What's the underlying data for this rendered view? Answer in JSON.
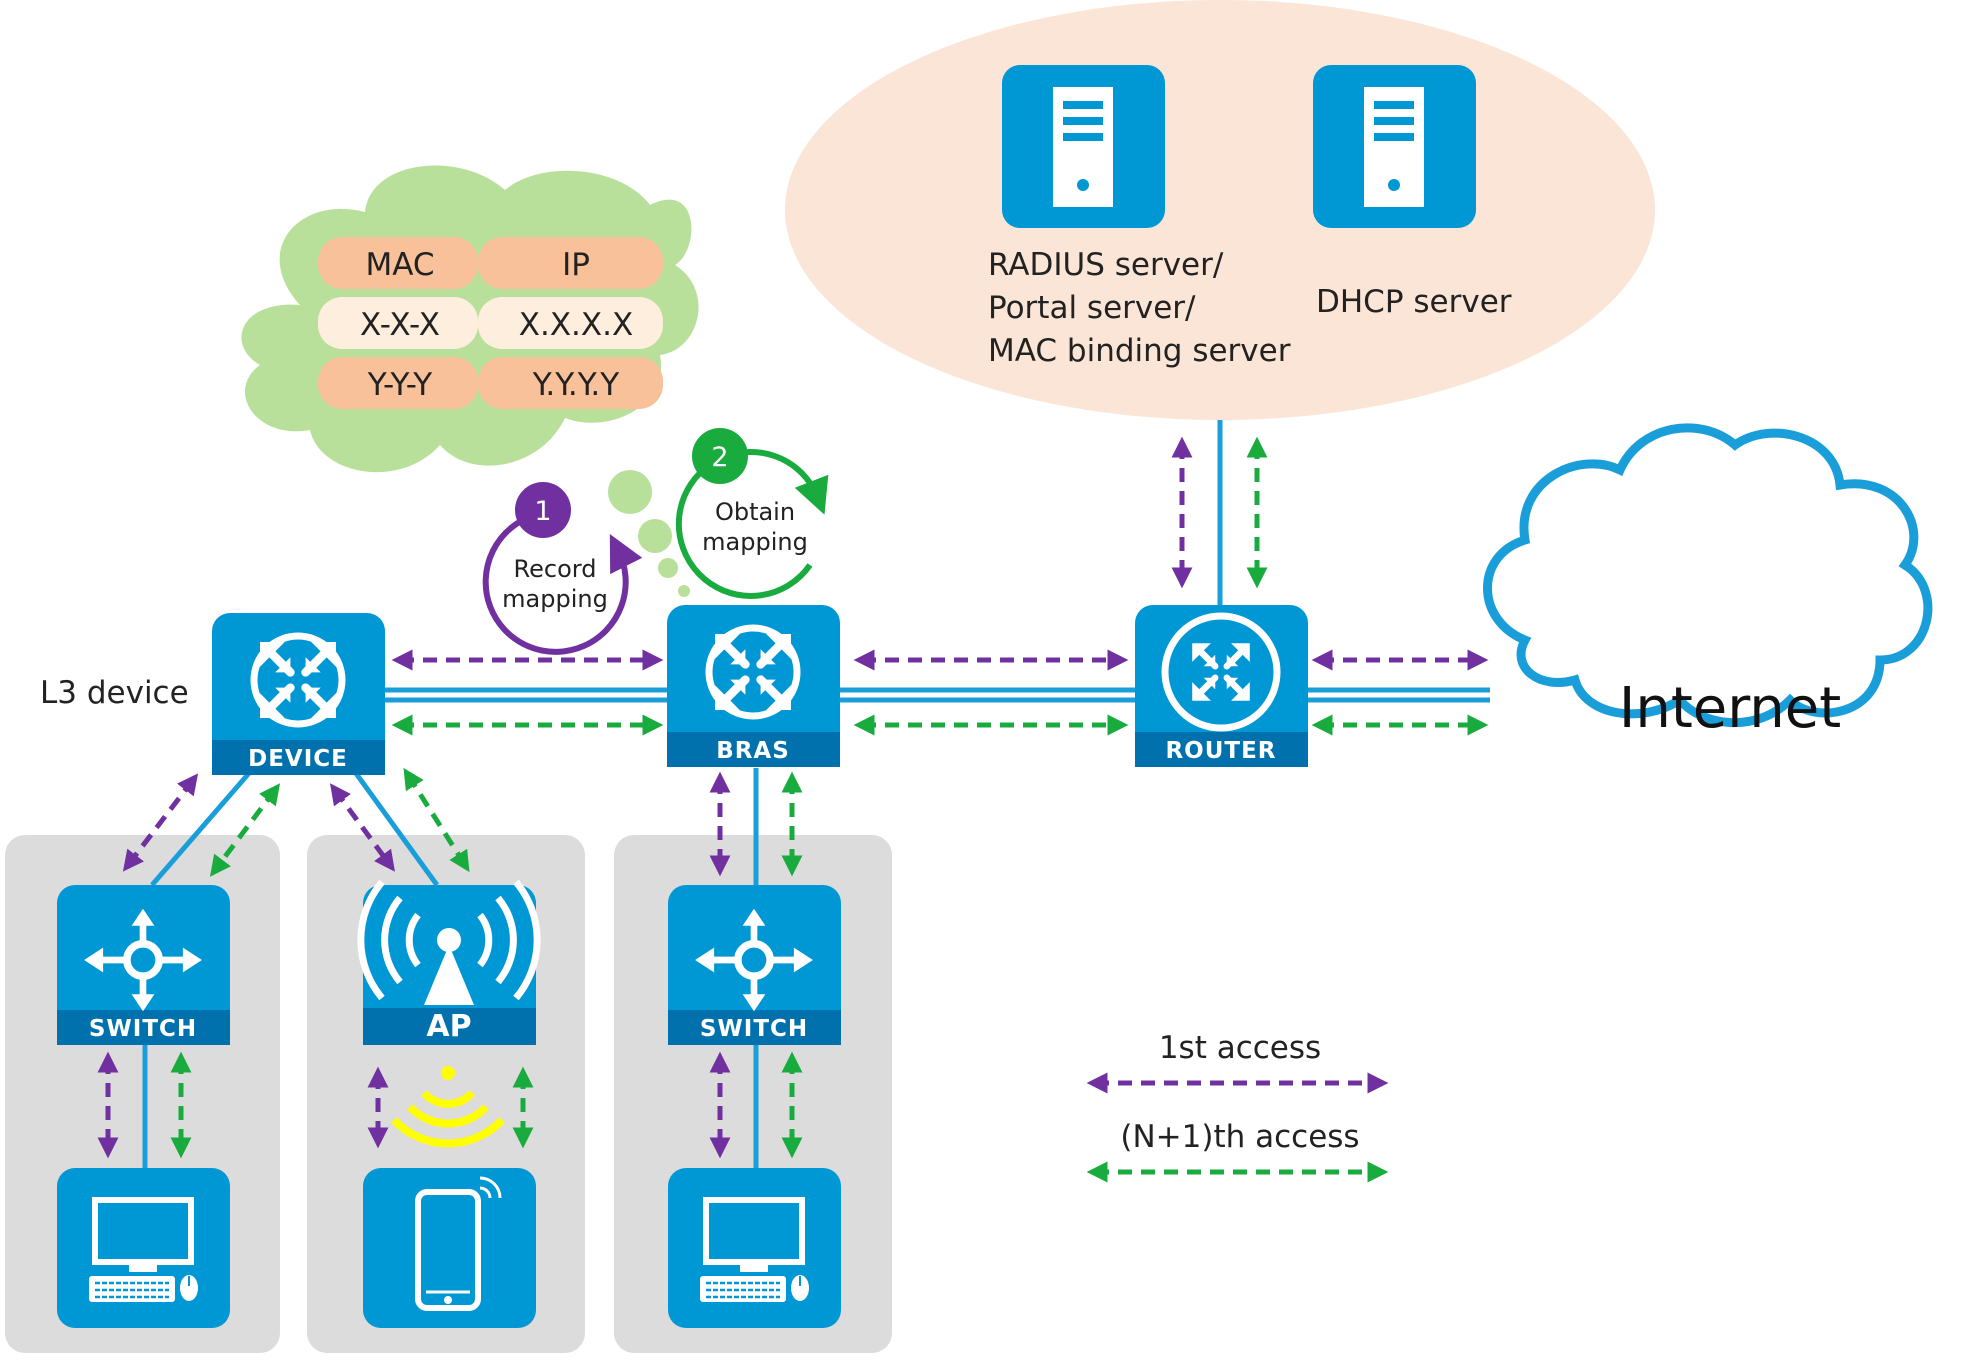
{
  "colors": {
    "device_blue": "#0097d5",
    "device_caption_blue": "#0071ac",
    "link_blue": "#1a9ed9",
    "first_access": "#7030a0",
    "nth_access": "#1aab3f",
    "group_bg": "#dcdcdc",
    "server_zone": "#fbe5d6",
    "mapping_cloud": "#b9e09a",
    "table_header": "#f8c19a",
    "table_row_light": "#fdeede",
    "wifi_yellow": "#ffff00"
  },
  "labels": {
    "l3_device": "L3 device",
    "radius_server": [
      "RADIUS server/",
      "Portal server/",
      "MAC binding server"
    ],
    "dhcp_server": "DHCP server",
    "internet": "Internet"
  },
  "devices": {
    "device": "DEVICE",
    "bras": "BRAS",
    "router": "ROUTER",
    "switch_left": "SWITCH",
    "ap": "AP",
    "switch_right": "SWITCH"
  },
  "mapping_table": {
    "headers": [
      "MAC",
      "IP"
    ],
    "rows": [
      [
        "X-X-X",
        "X.X.X.X"
      ],
      [
        "Y-Y-Y",
        "Y.Y.Y.Y"
      ]
    ]
  },
  "steps": [
    {
      "number": "1",
      "lines": [
        "Record",
        "mapping"
      ],
      "color": "#7030a0"
    },
    {
      "number": "2",
      "lines": [
        "Obtain",
        "mapping"
      ],
      "color": "#1aab3f"
    }
  ],
  "legend": {
    "first_access": "1st access",
    "nth_access": "(N+1)th access"
  }
}
